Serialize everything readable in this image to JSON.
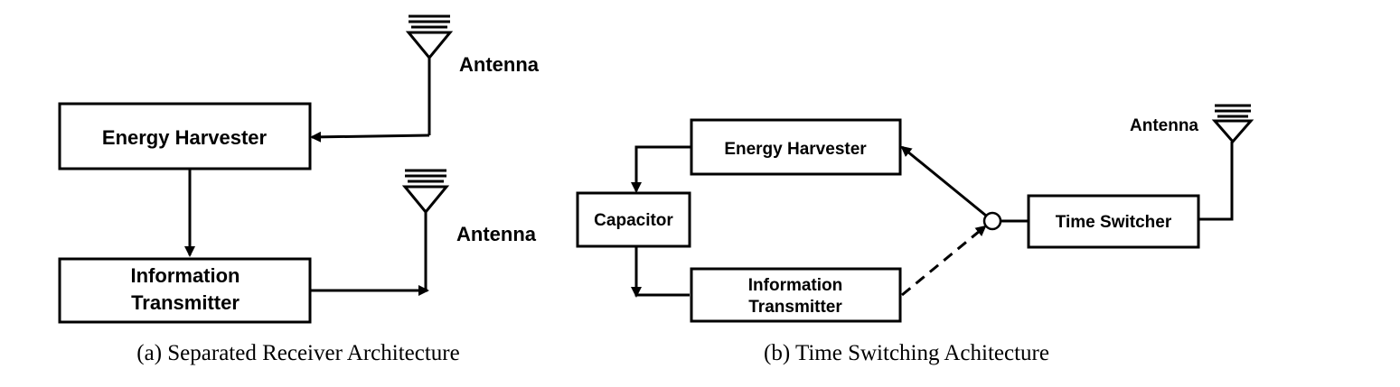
{
  "diagram_a": {
    "blocks": {
      "energy_harvester": "Energy Harvester",
      "info_line1": "Information",
      "info_line2": "Transmitter"
    },
    "antenna_top_label": "Antenna",
    "antenna_bottom_label": "Antenna",
    "caption": "(a) Separated Receiver Architecture"
  },
  "diagram_b": {
    "blocks": {
      "energy_harvester": "Energy Harvester",
      "capacitor": "Capacitor",
      "info_line1": "Information",
      "info_line2": "Transmitter",
      "time_switcher": "Time Switcher"
    },
    "antenna_label": "Antenna",
    "caption": "(b) Time Switching Achitecture"
  },
  "colors": {
    "ink": "#000000",
    "background": "#ffffff"
  }
}
